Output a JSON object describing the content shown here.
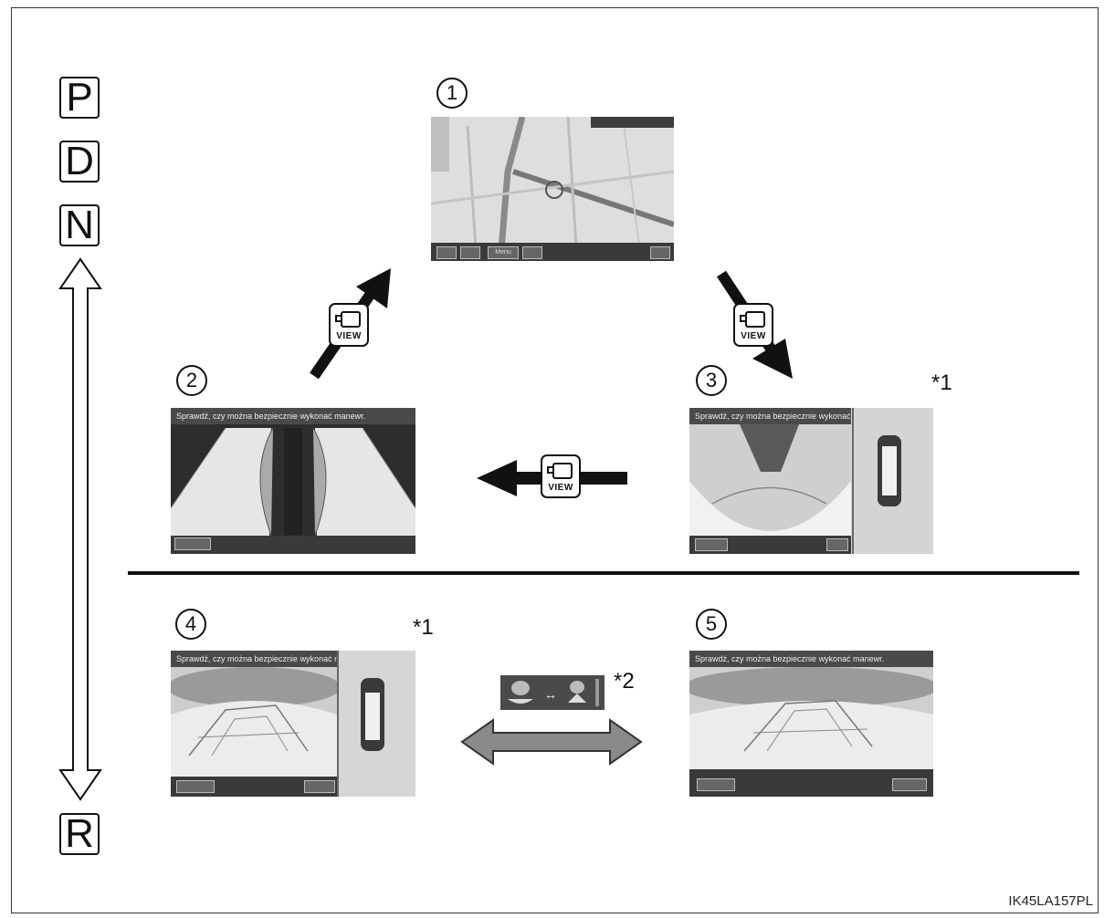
{
  "gears": {
    "p": "P",
    "d": "D",
    "n": "N",
    "r": "R"
  },
  "step_numbers": [
    "1",
    "2",
    "3",
    "4",
    "5"
  ],
  "view_button_label": "VIEW",
  "notes": {
    "note_3": "*1",
    "note_4": "*1",
    "note_toggle": "*2"
  },
  "screens": {
    "screen_2_caption": "Sprawdź, czy można bezpiecznie wykonać manewr.",
    "screen_3_caption": "Sprawdź, czy można bezpiecznie wykonać manewr.",
    "screen_4_caption": "Sprawdź, czy można bezpiecznie wykonać manewr.",
    "screen_5_caption": "Sprawdź, czy można bezpiecznie wykonać manewr.",
    "map_menu_label": "Menu"
  },
  "image_code": "IK45LA157PL",
  "colors": {
    "line": "#111111",
    "screen_dark": "#2f2f2f",
    "screen_light": "#e9e9e9",
    "arrow_grey": "#8a8a8a"
  }
}
